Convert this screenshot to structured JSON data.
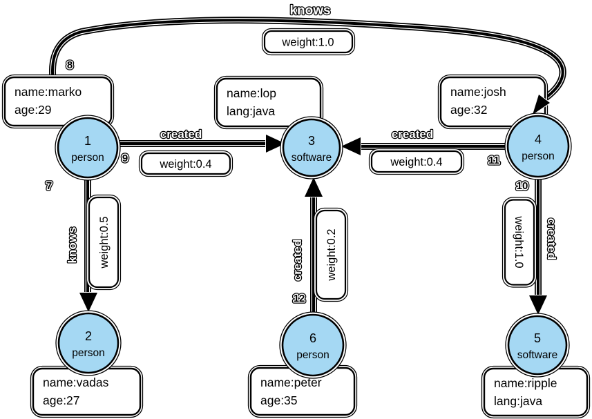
{
  "diagram": {
    "node_fill": "#a5d8f3",
    "node_border": "#000000",
    "nodes": [
      {
        "id": "1",
        "type": "person",
        "props": [
          "name:marko",
          "age:29"
        ]
      },
      {
        "id": "2",
        "type": "person",
        "props": [
          "name:vadas",
          "age:27"
        ]
      },
      {
        "id": "3",
        "type": "software",
        "props": [
          "name:lop",
          "lang:java"
        ]
      },
      {
        "id": "4",
        "type": "person",
        "props": [
          "name:josh",
          "age:32"
        ]
      },
      {
        "id": "5",
        "type": "software",
        "props": [
          "name:ripple",
          "lang:java"
        ]
      },
      {
        "id": "6",
        "type": "person",
        "props": [
          "name:peter",
          "age:35"
        ]
      }
    ],
    "edges": [
      {
        "id": "7",
        "label": "knows",
        "weight": "weight:0.5",
        "from": "1",
        "to": "2"
      },
      {
        "id": "8",
        "label": "knows",
        "weight": "weight:1.0",
        "from": "1",
        "to": "4"
      },
      {
        "id": "9",
        "label": "created",
        "weight": "weight:0.4",
        "from": "1",
        "to": "3"
      },
      {
        "id": "10",
        "label": "created",
        "weight": "weight:1.0",
        "from": "4",
        "to": "5"
      },
      {
        "id": "11",
        "label": "created",
        "weight": "weight:0.4",
        "from": "4",
        "to": "3"
      },
      {
        "id": "12",
        "label": "created",
        "weight": "weight:0.2",
        "from": "6",
        "to": "3"
      }
    ]
  }
}
